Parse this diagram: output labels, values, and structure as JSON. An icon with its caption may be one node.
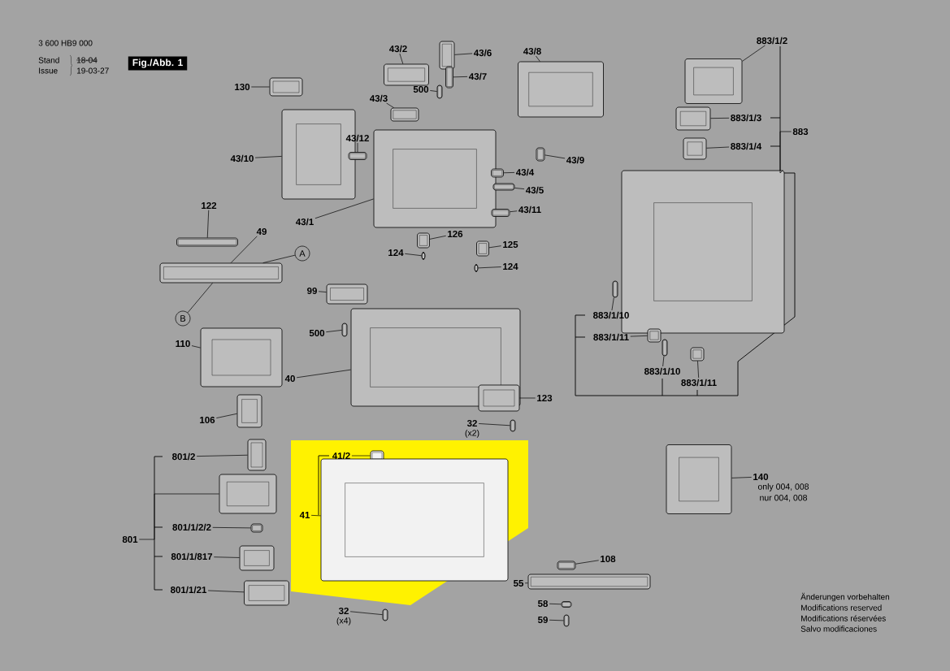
{
  "diagram": {
    "nodes": [
      {
        "text": [
          "130"
        ]
      },
      {
        "text": [],
        "shape": "picture"
      },
      {
        "text": [
          "43/10"
        ]
      },
      {
        "text": [],
        "shape": "picture"
      },
      {
        "text": [
          "43/2"
        ]
      },
      {
        "text": [],
        "shape": "picture"
      },
      {
        "text": [
          "43/6"
        ]
      },
      {
        "text": [],
        "shape": "picture"
      },
      {
        "text": [
          "43/7"
        ]
      },
      {
        "text": [],
        "shape": "picture"
      },
      {
        "text": [
          "500"
        ]
      },
      {
        "text": [],
        "shape": "picture"
      },
      {
        "text": [
          "43/8"
        ]
      },
      {
        "text": [],
        "shape": "picture"
      },
      {
        "text": [
          "43/3"
        ]
      },
      {
        "text": [],
        "shape": "picture"
      },
      {
        "text": [
          "43/12"
        ]
      },
      {
        "text": [],
        "shape": "picture"
      },
      {
        "text": [
          "43/1"
        ]
      },
      {
        "text": [],
        "shape": "picture"
      },
      {
        "text": [
          "43/9"
        ]
      },
      {
        "text": [],
        "shape": "picture"
      },
      {
        "text": [
          "43/4"
        ]
      },
      {
        "text": [],
        "shape": "picture"
      },
      {
        "text": [
          "43/5"
        ]
      },
      {
        "text": [],
        "shape": "picture"
      },
      {
        "text": [
          "43/11"
        ]
      },
      {
        "text": [],
        "shape": "picture"
      },
      {
        "text": [
          "126"
        ]
      },
      {
        "text": [],
        "shape": "picture"
      },
      {
        "text": [
          "125"
        ]
      },
      {
        "text": [],
        "shape": "picture"
      },
      {
        "text": [
          "124"
        ]
      },
      {
        "text": [],
        "shape": "picture"
      },
      {
        "text": [
          "124"
        ]
      },
      {
        "text": [],
        "shape": "picture"
      },
      {
        "text": [
          "99"
        ]
      },
      {
        "text": [],
        "shape": "picture"
      },
      {
        "text": [
          "500"
        ]
      },
      {
        "text": [],
        "shape": "picture"
      },
      {
        "text": [
          "40"
        ]
      },
      {
        "text": [],
        "shape": "picture"
      },
      {
        "text": [
          "122"
        ]
      },
      {
        "text": [],
        "shape": "picture"
      },
      {
        "text": [
          "49"
        ]
      },
      {
        "text": [],
        "shape": "picture"
      },
      {
        "text": [
          "A"
        ]
      },
      {
        "text": [
          "B"
        ]
      },
      {
        "text": [
          "110"
        ]
      },
      {
        "text": [],
        "shape": "picture"
      },
      {
        "text": [
          "106"
        ]
      },
      {
        "text": [],
        "shape": "picture"
      },
      {
        "text": [
          "123"
        ]
      },
      {
        "text": [],
        "shape": "picture"
      },
      {
        "text": [
          "32"
        ],
        "beside": [
          "(x2)"
        ]
      },
      {
        "text": [],
        "shape": "picture"
      },
      {
        "text": [
          "883/1/2"
        ]
      },
      {
        "text": [],
        "shape": "picture"
      },
      {
        "text": [
          "883/1/3"
        ]
      },
      {
        "text": [],
        "shape": "picture"
      },
      {
        "text": [
          "883/1/4"
        ]
      },
      {
        "text": [],
        "shape": "picture"
      },
      {
        "text": [
          "883"
        ]
      },
      {
        "text": [],
        "shape": "picture"
      },
      {
        "text": [
          "883/1/10"
        ]
      },
      {
        "text": [],
        "shape": "picture"
      },
      {
        "text": [
          "883/1/11"
        ]
      },
      {
        "text": [],
        "shape": "picture"
      },
      {
        "text": [
          "883/1/10"
        ]
      },
      {
        "text": [],
        "shape": "picture"
      },
      {
        "text": [
          "883/1/11"
        ]
      },
      {
        "text": [],
        "shape": "picture"
      },
      {
        "text": [
          "140"
        ],
        "beside": [
          "only 004, 008",
          "nur 004, 008"
        ]
      },
      {
        "text": [],
        "shape": "picture"
      },
      {
        "text": [
          "801"
        ]
      },
      {
        "text": [
          "801/2"
        ]
      },
      {
        "text": [],
        "shape": "picture"
      },
      {
        "text": [],
        "shape": "picture"
      },
      {
        "text": [
          "801/1/2/2"
        ]
      },
      {
        "text": [],
        "shape": "picture"
      },
      {
        "text": [
          "801/1/817"
        ]
      },
      {
        "text": [],
        "shape": "picture"
      },
      {
        "text": [
          "801/1/21"
        ]
      },
      {
        "text": [],
        "shape": "picture"
      },
      {
        "text": [
          "41/2"
        ]
      },
      {
        "text": [],
        "shape": "picture"
      },
      {
        "text": [
          "41"
        ]
      },
      {
        "text": [],
        "shape": "picture"
      },
      {
        "text": [
          "32"
        ],
        "beside": [
          "(x4)"
        ]
      },
      {
        "text": [],
        "shape": "picture"
      },
      {
        "text": [
          "108"
        ]
      },
      {
        "text": [],
        "shape": "picture"
      },
      {
        "text": [
          "55"
        ]
      },
      {
        "text": [],
        "shape": "picture"
      },
      {
        "text": [
          "58"
        ]
      },
      {
        "text": [],
        "shape": "picture"
      },
      {
        "text": [
          "59"
        ]
      },
      {
        "text": [],
        "shape": "picture"
      }
    ],
    "edges": [
      {
        "from": 0,
        "to": 1,
        "arrow": "none"
      },
      {
        "from": 2,
        "to": 3,
        "arrow": "none"
      },
      {
        "from": 4,
        "to": 5,
        "arrow": "none"
      },
      {
        "from": 6,
        "to": 7,
        "arrow": "none"
      },
      {
        "from": 8,
        "to": 9,
        "arrow": "none"
      },
      {
        "from": 10,
        "to": 11,
        "arrow": "none"
      },
      {
        "from": 12,
        "to": 13,
        "arrow": "none"
      },
      {
        "from": 14,
        "to": 15,
        "arrow": "none"
      },
      {
        "from": 16,
        "to": 17,
        "arrow": "none"
      },
      {
        "from": 18,
        "to": 19,
        "arrow": "none"
      },
      {
        "from": 20,
        "to": 21,
        "arrow": "none"
      },
      {
        "from": 22,
        "to": 23,
        "arrow": "none"
      },
      {
        "from": 24,
        "to": 25,
        "arrow": "none"
      },
      {
        "from": 26,
        "to": 27,
        "arrow": "none"
      },
      {
        "from": 28,
        "to": 29,
        "arrow": "none"
      },
      {
        "from": 30,
        "to": 31,
        "arrow": "none"
      },
      {
        "from": 32,
        "to": 33,
        "arrow": "none"
      },
      {
        "from": 34,
        "to": 35,
        "arrow": "none"
      },
      {
        "from": 36,
        "to": 37,
        "arrow": "none"
      },
      {
        "from": 38,
        "to": 39,
        "arrow": "none"
      },
      {
        "from": 40,
        "to": 41,
        "arrow": "none"
      },
      {
        "from": 42,
        "to": 43,
        "arrow": "none"
      },
      {
        "from": 44,
        "to": 45,
        "arrow": "none"
      },
      {
        "from": 46,
        "to": 45,
        "arrow": "none"
      },
      {
        "from": 47,
        "to": 45,
        "arrow": "none"
      },
      {
        "from": 48,
        "to": 49,
        "arrow": "none"
      },
      {
        "from": 50,
        "to": 51,
        "arrow": "none"
      },
      {
        "from": 52,
        "to": 53,
        "arrow": "none"
      },
      {
        "from": 54,
        "to": 55,
        "arrow": "none"
      },
      {
        "from": 56,
        "to": 57,
        "arrow": "none"
      },
      {
        "from": 58,
        "to": 59,
        "arrow": "none"
      },
      {
        "from": 60,
        "to": 61,
        "arrow": "none"
      },
      {
        "from": 62,
        "to": 63,
        "arrow": "none"
      },
      {
        "from": 64,
        "to": 65,
        "arrow": "none"
      },
      {
        "from": 66,
        "to": 67,
        "arrow": "none"
      },
      {
        "from": 68,
        "to": 69,
        "arrow": "none"
      },
      {
        "from": 70,
        "to": 71,
        "arrow": "none"
      },
      {
        "from": 72,
        "to": 73,
        "arrow": "none"
      },
      {
        "from": 74,
        "to": 77,
        "arrow": "none"
      },
      {
        "from": 75,
        "to": 76,
        "arrow": "none"
      },
      {
        "from": 78,
        "to": 79,
        "arrow": "none"
      },
      {
        "from": 80,
        "to": 81,
        "arrow": "none"
      },
      {
        "from": 82,
        "to": 83,
        "arrow": "none"
      },
      {
        "from": 84,
        "to": 85,
        "arrow": "none"
      },
      {
        "from": 86,
        "to": 87,
        "arrow": "none"
      },
      {
        "from": 88,
        "to": 89,
        "arrow": "none"
      },
      {
        "from": 90,
        "to": 91,
        "arrow": "none"
      },
      {
        "from": 92,
        "to": 93,
        "arrow": "none"
      },
      {
        "from": 94,
        "to": 95,
        "arrow": "none"
      },
      {
        "from": 96,
        "to": 97,
        "arrow": "none"
      }
    ],
    "labels": [
      "3 600 HB9 000",
      "Stand",
      "Issue",
      "18-04",
      "19-03-27",
      "Fig./Abb. 1",
      "Änderungen vorbehalten",
      "Modifications reserved",
      "Modifications réservées",
      "Salvo modificaciones"
    ]
  }
}
